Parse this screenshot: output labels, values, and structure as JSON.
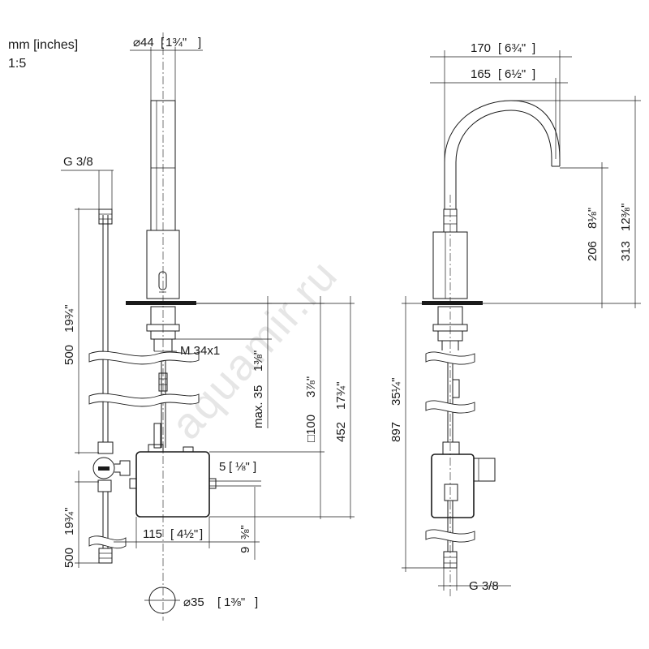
{
  "header": {
    "units": "mm [inches]",
    "scale": "1:5"
  },
  "watermark": "aquamir.ru",
  "dims": {
    "d44": {
      "mm": "⌀44",
      "inch": "1¾\""
    },
    "g38_top": "G 3/8",
    "d500_top": {
      "mm": "500",
      "inch": "19¾\""
    },
    "m34": "M 34x1",
    "max35": {
      "mm": "max. 35",
      "inch": "1⅜\""
    },
    "sq100": {
      "mm": "□100",
      "inch": "3⅞\""
    },
    "d452": {
      "mm": "452",
      "inch": "17¾\""
    },
    "d5": {
      "mm": "5",
      "inch": "⅛\""
    },
    "d115": {
      "mm": "115",
      "inch": "4½\""
    },
    "d9": {
      "mm": "9",
      "inch": "⅜\""
    },
    "d500_bot": {
      "mm": "500",
      "inch": "19¾\""
    },
    "d35": {
      "mm": "⌀35",
      "inch": "1⅜\""
    },
    "d170": {
      "mm": "170",
      "inch": "6¾\""
    },
    "d165": {
      "mm": "165",
      "inch": "6½\""
    },
    "d206": {
      "mm": "206",
      "inch": "8⅛\""
    },
    "d313": {
      "mm": "313",
      "inch": "12⅜\""
    },
    "d897": {
      "mm": "897",
      "inch": "35¼\""
    },
    "g38_bot": "G 3/8"
  }
}
